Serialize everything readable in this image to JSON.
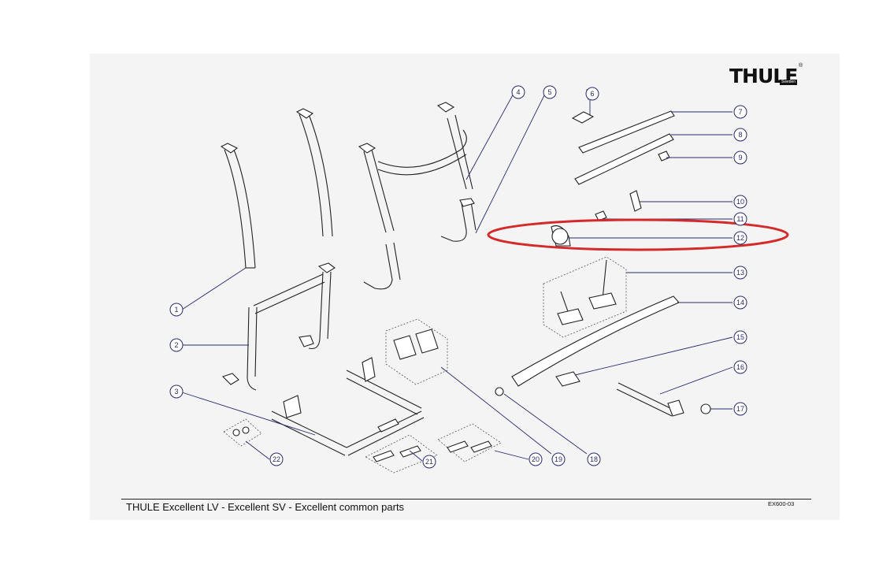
{
  "brand": {
    "name": "THULE",
    "sub": "Sweden",
    "reg": "®"
  },
  "footer": {
    "title": "THULE Excellent LV - Excellent SV - Excellent common parts",
    "code": "EX600-03"
  },
  "callouts": [
    {
      "n": "1"
    },
    {
      "n": "2"
    },
    {
      "n": "3"
    },
    {
      "n": "4"
    },
    {
      "n": "5"
    },
    {
      "n": "6"
    },
    {
      "n": "7"
    },
    {
      "n": "8"
    },
    {
      "n": "9"
    },
    {
      "n": "10"
    },
    {
      "n": "11"
    },
    {
      "n": "12"
    },
    {
      "n": "13"
    },
    {
      "n": "14"
    },
    {
      "n": "15"
    },
    {
      "n": "16"
    },
    {
      "n": "17"
    },
    {
      "n": "18"
    },
    {
      "n": "19"
    },
    {
      "n": "20"
    },
    {
      "n": "21"
    },
    {
      "n": "22"
    }
  ],
  "highlight": {
    "color": "#d42a2a",
    "target_part": "12"
  },
  "colors": {
    "callout": "#2a2a6e",
    "line": "#222222"
  }
}
